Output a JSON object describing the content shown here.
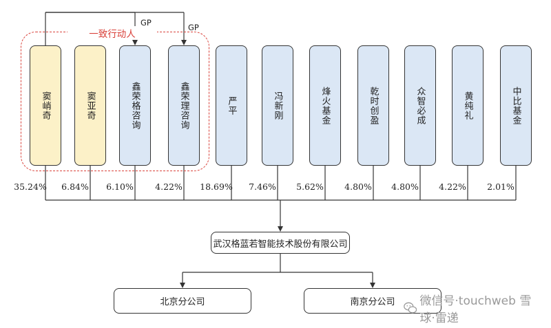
{
  "concert_party_label": "一致行动人",
  "gp_label": "GP",
  "shareholders": [
    {
      "name": "窦峭奇",
      "pct": "35.24%",
      "color": "yellow"
    },
    {
      "name": "窦亚奇",
      "pct": "6.84%",
      "color": "yellow"
    },
    {
      "name": "鑫荣格咨询",
      "pct": "6.10%",
      "color": "blue"
    },
    {
      "name": "鑫荣理咨询",
      "pct": "4.22%",
      "color": "blue"
    },
    {
      "name": "严平",
      "pct": "18.69%",
      "color": "blue"
    },
    {
      "name": "冯新刚",
      "pct": "7.46%",
      "color": "blue"
    },
    {
      "name": "烽火基金",
      "pct": "5.62%",
      "color": "blue"
    },
    {
      "name": "乾时创盈",
      "pct": "4.80%",
      "color": "blue"
    },
    {
      "name": "众智必成",
      "pct": "4.80%",
      "color": "blue"
    },
    {
      "name": "黄纯礼",
      "pct": "4.22%",
      "color": "blue"
    },
    {
      "name": "中比基金",
      "pct": "2.01%",
      "color": "blue"
    }
  ],
  "company": {
    "name": "武汉格蓝若智能技术股份有限公司"
  },
  "subsidiaries": [
    {
      "name": "北京分公司"
    },
    {
      "name": "南京分公司"
    }
  ],
  "watermark": "微信号·touchweb 雪球·雷递"
}
